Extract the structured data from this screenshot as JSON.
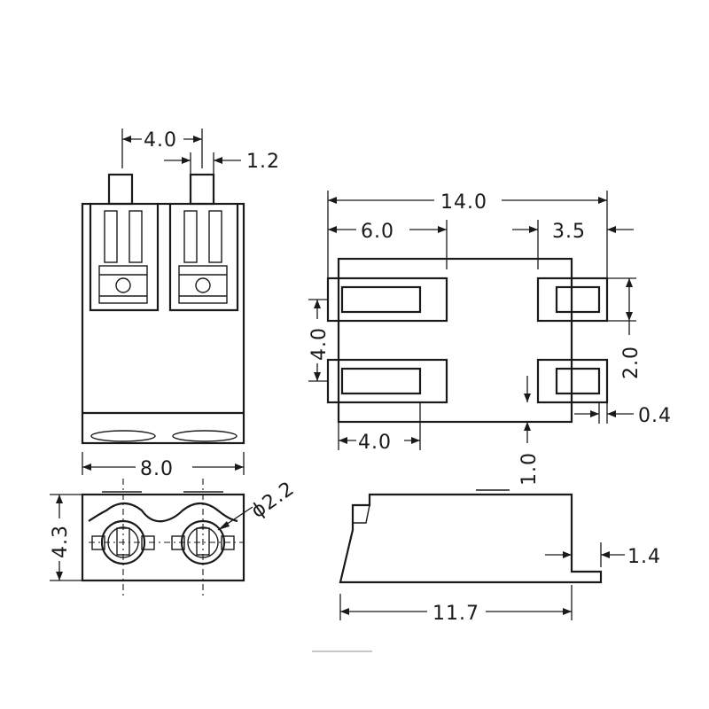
{
  "drawing": {
    "front_view": {
      "pitch_label": "4.0",
      "pin_width_label": "1.2",
      "width_label": "8.0"
    },
    "bottom_view": {
      "height_label": "4.3",
      "hole_label": "ϕ2.2"
    },
    "top_view": {
      "length_label": "14.0",
      "left_pad_label": "6.0",
      "right_pad_label": "3.5",
      "pad_spacing_label": "4.0",
      "pad_height_label": "2.0",
      "edge_gap_label": "0.4",
      "bottom_pad_label": "4.0",
      "offset_label": "1.0"
    },
    "side_view": {
      "body_length_label": "11.7",
      "tail_label": "1.4"
    }
  }
}
